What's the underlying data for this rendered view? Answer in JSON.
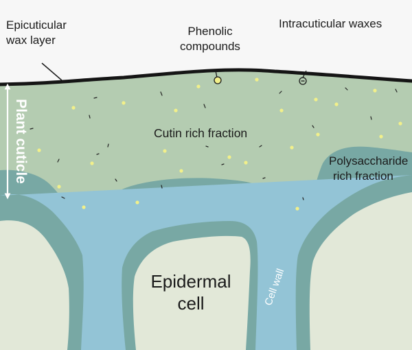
{
  "labels": {
    "epicuticular_line1": "Epicuticular",
    "epicuticular_line2": "wax layer",
    "phenolic_line1": "Phenolic",
    "phenolic_line2": "compounds",
    "intracuticular": "Intracuticular waxes",
    "cutin": "Cutin rich fraction",
    "poly_line1": "Polysaccharide",
    "poly_line2": "rich fraction",
    "plant_cuticle": "Plant cuticle",
    "epidermal_line1": "Epidermal",
    "epidermal_line2": "cell",
    "cell_wall": "Cell wall"
  },
  "colors": {
    "background": "#f7f7f7",
    "wax_layer": "#151515",
    "cutin_fraction": "#b4ccb1",
    "polysaccharide_fraction": "#78a8a4",
    "cell_wall": "#93c4d6",
    "epidermal_cell": "#e2e8d8",
    "phenolic_dot": "#f2f08a",
    "arrow": "#ffffff"
  },
  "icons": {
    "phenolic_marker": "yellow-circle-icon",
    "wax_marker": "minus-circle-icon"
  }
}
